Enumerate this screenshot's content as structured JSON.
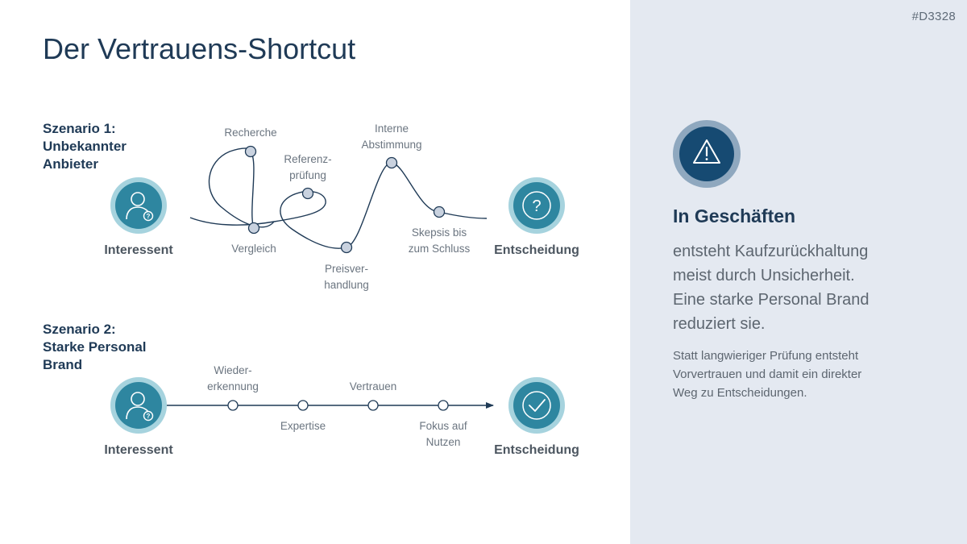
{
  "slide_code": "#D3328",
  "title": "Der Vertrauens-Shortcut",
  "scenario1": {
    "title_lines": [
      "Szenario 1:",
      "Unbekannter",
      "Anbieter"
    ],
    "start_label": "Interessent",
    "end_label": "Entscheidung",
    "steps": [
      {
        "label_lines": [
          "Recherche"
        ]
      },
      {
        "label_lines": [
          "Vergleich"
        ]
      },
      {
        "label_lines": [
          "Referenz-",
          "prüfung"
        ]
      },
      {
        "label_lines": [
          "Preisver-",
          "handlung"
        ]
      },
      {
        "label_lines": [
          "Interne",
          "Abstimmung"
        ]
      },
      {
        "label_lines": [
          "Skepsis bis",
          "zum Schluss"
        ]
      }
    ]
  },
  "scenario2": {
    "title_lines": [
      "Szenario 2:",
      "Starke Personal",
      "Brand"
    ],
    "start_label": "Interessent",
    "end_label": "Entscheidung",
    "steps": [
      {
        "label_lines": [
          "Wieder-",
          "erkennung"
        ]
      },
      {
        "label_lines": [
          "Expertise"
        ]
      },
      {
        "label_lines": [
          "Vertrauen"
        ]
      },
      {
        "label_lines": [
          "Fokus auf",
          "Nutzen"
        ]
      }
    ]
  },
  "panel": {
    "icon": "warning-triangle-icon",
    "heading": "In Geschäften",
    "lead_lines": [
      "entsteht Kaufzurückhaltung",
      "meist durch Unsicherheit.",
      "Eine starke Personal Brand",
      "reduziert sie."
    ],
    "note_lines": [
      "Statt langwieriger Prüfung entsteht",
      "Vorvertrauen und damit ein direkter",
      "Weg zu Entscheidungen."
    ]
  },
  "colors": {
    "navy": "#1f3a56",
    "teal": "#2e86a0",
    "teal_ring": "#a6d3de",
    "panel_bg": "#e4e9f1",
    "node_fill": "#c9d2df",
    "warn_dark": "#164a72",
    "warn_ring": "#8fa8bf"
  }
}
